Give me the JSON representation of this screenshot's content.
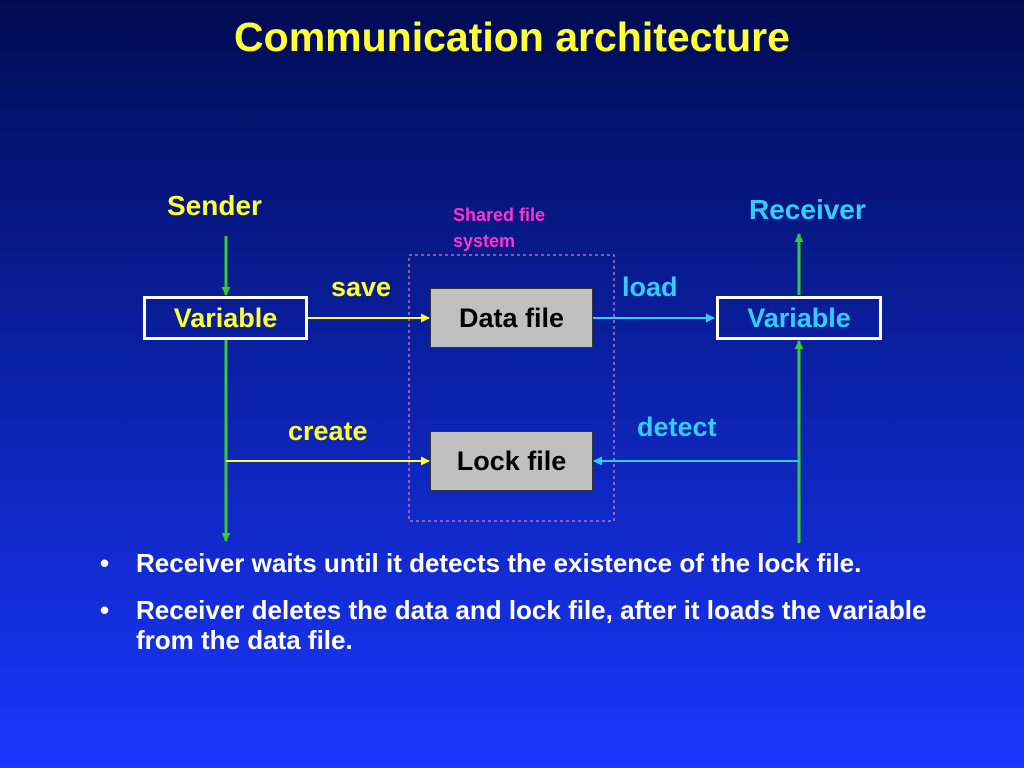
{
  "title": "Communication architecture",
  "diagram": {
    "sender_label": "Sender",
    "receiver_label": "Receiver",
    "shared_fs_label_line1": "Shared file",
    "shared_fs_label_line2": "system",
    "sender_variable": "Variable",
    "receiver_variable": "Variable",
    "data_file": "Data file",
    "lock_file": "Lock file",
    "save": "save",
    "load": "load",
    "create": "create",
    "detect": "detect"
  },
  "colors": {
    "title": "#ffff33",
    "sender": "#ffff33",
    "receiver": "#33ccff",
    "shared_fs": "#ff33cc",
    "timeline": "#33cc33",
    "file_box": "#c0c0c0"
  },
  "bullets": [
    "Receiver waits until it detects the existence of the lock file.",
    "Receiver deletes the data and lock file, after it loads the variable from the data file."
  ]
}
